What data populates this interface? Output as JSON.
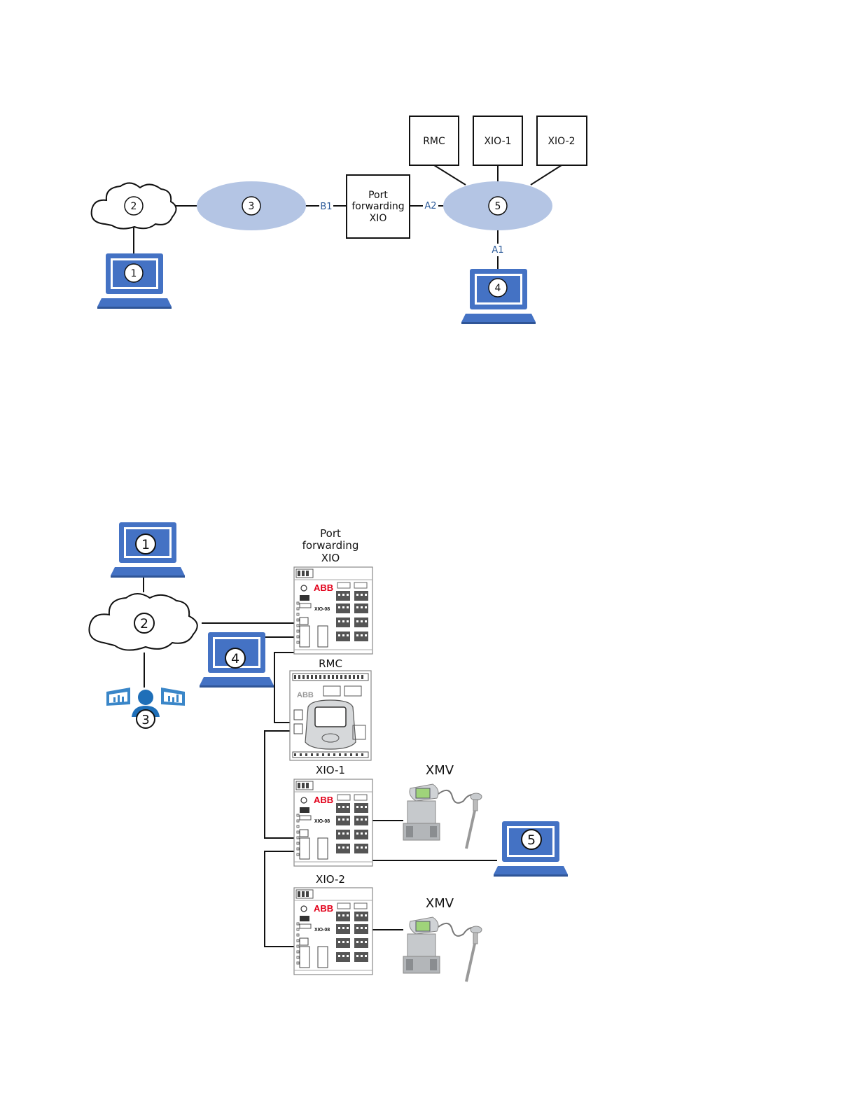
{
  "diagram1": {
    "boxes": {
      "rmc": "RMC",
      "xio1": "XIO-1",
      "xio2": "XIO-2",
      "pf_line1": "Port",
      "pf_line2": "forwarding",
      "pf_line3": "XIO"
    },
    "ports": {
      "b1": "B1",
      "a2": "A2",
      "a1": "A1"
    },
    "nodes": {
      "n1": "1",
      "n2": "2",
      "n3": "3",
      "n4": "4",
      "n5": "5"
    }
  },
  "diagram2": {
    "labels": {
      "pf_line1": "Port",
      "pf_line2": "forwarding",
      "pf_line3": "XIO",
      "rmc": "RMC",
      "xio1": "XIO-1",
      "xio2": "XIO-2",
      "xmv1": "XMV",
      "xmv2": "XMV"
    },
    "device_text": {
      "brand": "ABB",
      "model": "XIO-08"
    },
    "nodes": {
      "n1": "1",
      "n2": "2",
      "n3": "3",
      "n4": "4",
      "n5": "5"
    }
  },
  "colors": {
    "laptop": "#4472c4",
    "laptop_dark": "#2f5597",
    "ellipse": "#b4c5e4",
    "port_label": "#2e5c9a",
    "abb_red": "#e2001a"
  },
  "icons": [
    "laptop-icon",
    "cloud-icon",
    "network-ellipse",
    "operator-workstation-icon",
    "xio-device",
    "rmc-device",
    "xmv-transmitter"
  ]
}
